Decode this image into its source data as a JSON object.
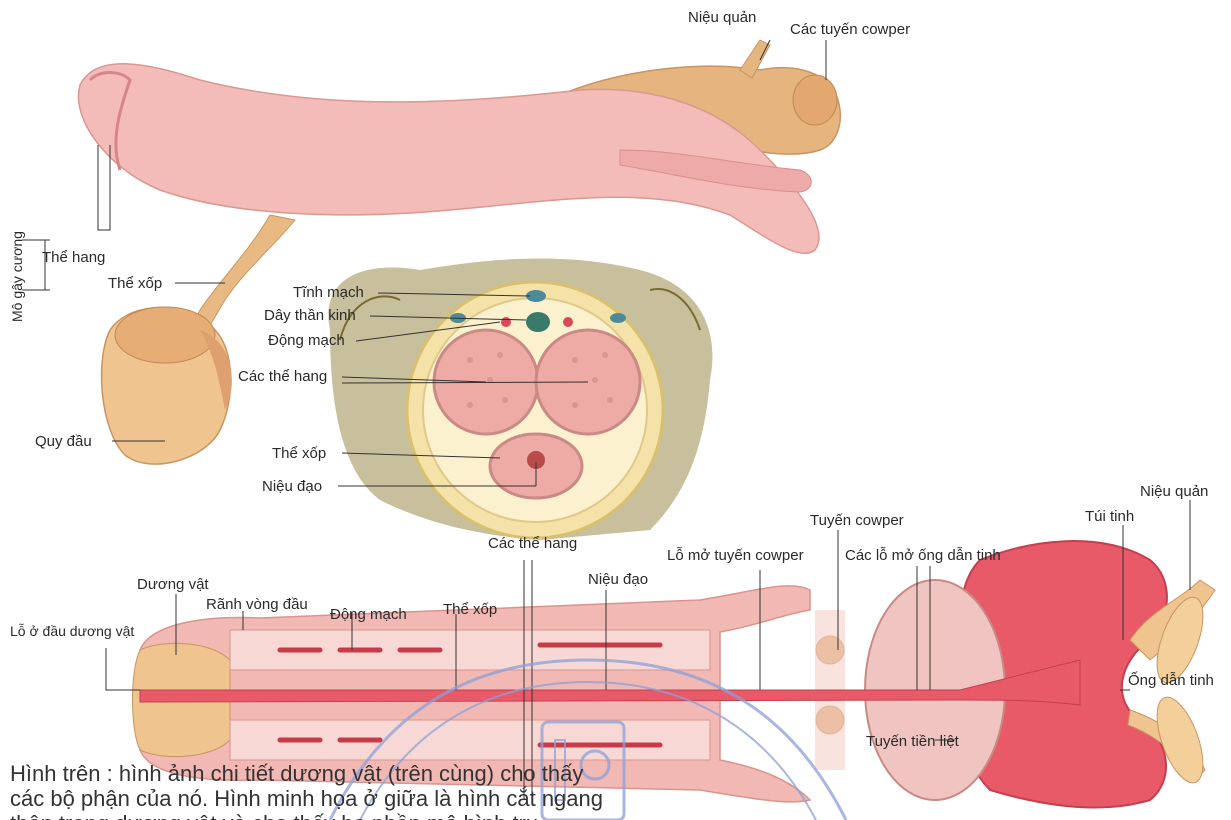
{
  "labels": {
    "top": {
      "nieu_quan": "Niệu quản",
      "cac_tuyen_cowper": "Các tuyến cowper",
      "mo_gay_cuong": "Mô gây cương",
      "the_hang": "Thể hang",
      "the_xop": "Thể xốp",
      "quy_dau": "Quy đầu"
    },
    "cross_section": {
      "tinh_mach": "Tĩnh mạch",
      "day_than_kinh": "Dây thần kinh",
      "dong_mach": "Động mạch",
      "cac_the_hang": "Các thể hang",
      "the_xop": "Thể xốp",
      "nieu_dao": "Niệu đạo"
    },
    "longitudinal": {
      "tuyen_cowper": "Tuyến cowper",
      "tui_tinh": "Túi tinh",
      "nieu_quan": "Niệu quản",
      "cac_the_hang": "Các thể hang",
      "lo_mo_tuyen_cowper": "Lỗ mở tuyến cowper",
      "cac_lo_mo_ong_dan_tinh": "Các lỗ mở ống dẫn tinh",
      "duong_vat": "Dương vật",
      "nieu_dao": "Niệu đạo",
      "ranh_vong_dau": "Rãnh vòng đầu",
      "dong_mach": "Động mạch",
      "the_xop": "Thể xốp",
      "lo_o_dau_duong_vat": "Lỗ ở đầu dương vật",
      "ong_dan_tinh": "Ống dẫn tinh",
      "tuyen_tien_liet": "Tuyến tiền liệt"
    }
  },
  "caption": {
    "line1": "Hình trên : hình ảnh chi tiết dương vật (trên cùng) cho thấy",
    "line2": "các bộ phận của nó. Hình minh họa ở giữa là hình cắt ngang",
    "line3": "thân trong dương vật và cho thấy ba phần mô hình trụ"
  },
  "colors": {
    "pink_tissue": "#f2b8b4",
    "red_muscle": "#d9464e",
    "tan_gland": "#e8b97a",
    "hair": "#8a7a3a",
    "watermark": "#8ca0d8"
  }
}
